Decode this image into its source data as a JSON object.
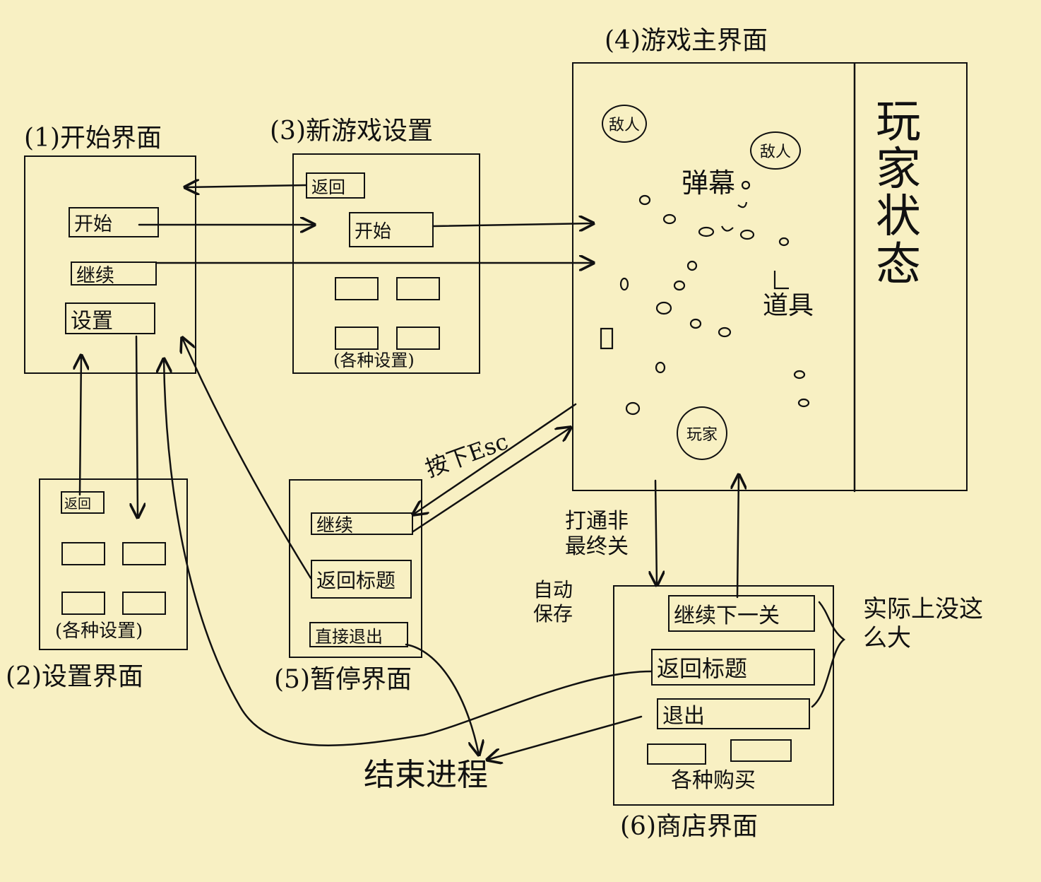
{
  "screens": {
    "start": {
      "title": "(1)开始界面",
      "buttons": {
        "start": "开始",
        "continue": "继续",
        "settings": "设置"
      }
    },
    "settings": {
      "title": "(2)设置界面",
      "back": "返回",
      "caption": "(各种设置)"
    },
    "new_game": {
      "title": "(3)新游戏设置",
      "back": "返回",
      "start": "开始",
      "caption": "(各种设置)"
    },
    "game": {
      "title": "(4)游戏主界面",
      "enemy": "敌人",
      "bullets": "弹幕",
      "items": "道具",
      "player": "玩家",
      "player_status": "玩家状态"
    },
    "pause": {
      "title": "(5)暂停界面",
      "buttons": {
        "continue": "继续",
        "back_title": "返回标题",
        "quit": "直接退出"
      }
    },
    "shop": {
      "title": "(6)商店界面",
      "buttons": {
        "next_level": "继续下一关",
        "back_title": "返回标题",
        "quit": "退出"
      },
      "caption": "各种购买"
    }
  },
  "annotations": {
    "press_esc": "按下Esc",
    "clear_level": "打通非最终关",
    "autosave": "自动保存",
    "actual_note": "实际上没这么大",
    "end_process": "结束进程"
  }
}
